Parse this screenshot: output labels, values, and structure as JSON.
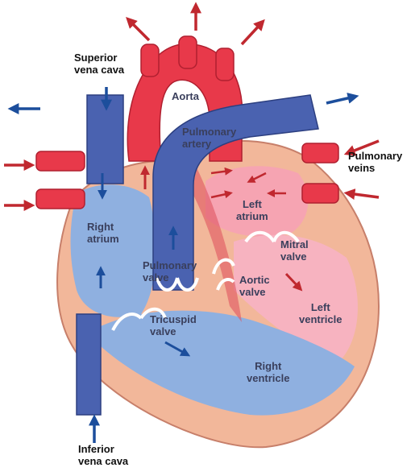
{
  "labels": {
    "superior_vena_cava": [
      "Superior",
      "vena cava"
    ],
    "aorta": [
      "Aorta"
    ],
    "pulmonary_artery": [
      "Pulmonary",
      "artery"
    ],
    "pulmonary_veins": [
      "Pulmonary",
      "veins"
    ],
    "left_atrium": [
      "Left",
      "atrium"
    ],
    "right_atrium": [
      "Right",
      "atrium"
    ],
    "mitral_valve": [
      "Mitral",
      "valve"
    ],
    "pulmonary_valve": [
      "Pulmonary",
      "valve"
    ],
    "aortic_valve": [
      "Aortic",
      "valve"
    ],
    "left_ventricle": [
      "Left",
      "ventricle"
    ],
    "tricuspid_valve": [
      "Tricuspid",
      "valve"
    ],
    "right_ventricle": [
      "Right",
      "ventricle"
    ],
    "inferior_vena_cava": [
      "Inferior",
      "vena cava"
    ]
  },
  "colors": {
    "oxygenated": "#e8394a",
    "deoxygenated": "#4a62b0",
    "pericardium": "#f2b79a",
    "arrow_red": "#c0282f",
    "arrow_blue": "#1c4e9c"
  }
}
